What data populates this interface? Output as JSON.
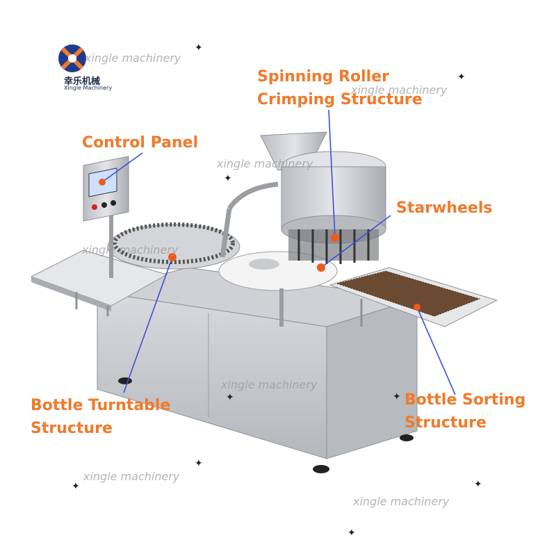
{
  "logo": {
    "brand_cn": "幸乐机械",
    "brand_en": "Xingle Machinery"
  },
  "watermark": "xingle machinery",
  "callouts": {
    "spinning_roller": [
      "Spinning Roller",
      "Crimping Structure"
    ],
    "control_panel": "Control Panel",
    "starwheels": "Starwheels",
    "turntable": [
      "Bottle Turntable",
      "Structure"
    ],
    "sorting": [
      "Bottle Sorting",
      "Structure"
    ]
  },
  "colors": {
    "label": "#f07a2a",
    "leader_line": "#3a4fd8",
    "marker": "#f05a1a",
    "steel": "#c9cbcf"
  },
  "icons": [
    "sparkle-icon",
    "logo-x-icon"
  ]
}
